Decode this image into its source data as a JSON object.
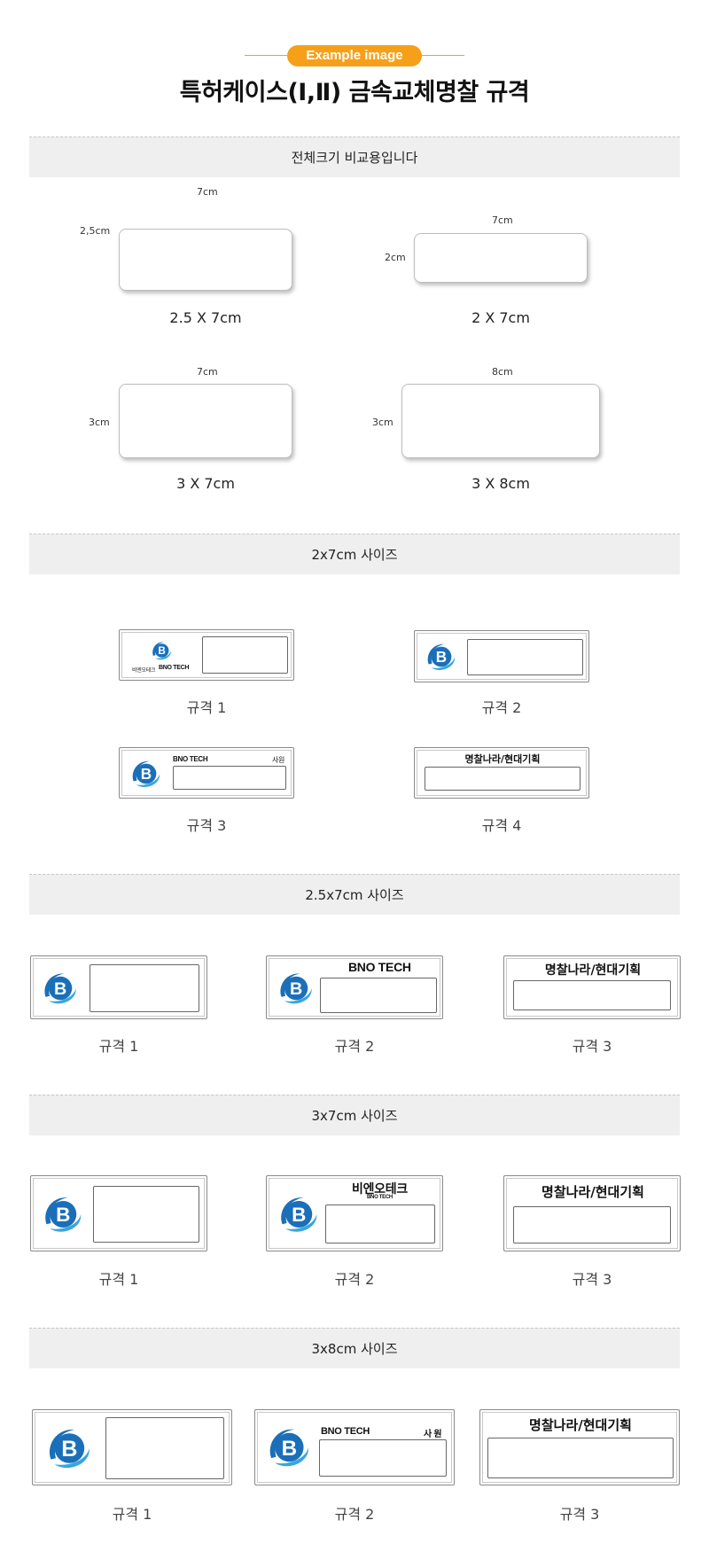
{
  "header": {
    "badge": "Example image",
    "title": "특허케이스(Ⅰ,Ⅱ) 금속교체명찰 규격"
  },
  "colors": {
    "accent": "#f6a01a",
    "band": "#efefef",
    "logo_blue": "#1b6fb8",
    "logo_light": "#3aa6dc"
  },
  "compare": {
    "band": "전체크기 비교용입니다",
    "items": [
      {
        "width_label": "7cm",
        "height_label": "2,5cm",
        "caption": "2.5 X 7cm"
      },
      {
        "width_label": "7cm",
        "height_label": "2cm",
        "caption": "2 X 7cm"
      },
      {
        "width_label": "7cm",
        "height_label": "3cm",
        "caption": "3 X 7cm"
      },
      {
        "width_label": "8cm",
        "height_label": "3cm",
        "caption": "3 X 8cm"
      }
    ]
  },
  "s2x7": {
    "band": "2x7cm 사이즈",
    "items": [
      {
        "caption": "규격 1",
        "brand_kr": "비엔오테크",
        "brand_en": "BNO TECH"
      },
      {
        "caption": "규격 2"
      },
      {
        "caption": "규격 3",
        "brand_en": "BNO TECH",
        "role": "사원"
      },
      {
        "caption": "규격 4",
        "text": "명찰나라/현대기획"
      }
    ]
  },
  "s25x7": {
    "band": "2.5x7cm 사이즈",
    "items": [
      {
        "caption": "규격 1"
      },
      {
        "caption": "규격 2",
        "brand_en": "BNO TECH"
      },
      {
        "caption": "규격 3",
        "text": "명찰나라/현대기획"
      }
    ]
  },
  "s3x7": {
    "band": "3x7cm 사이즈",
    "items": [
      {
        "caption": "규격 1"
      },
      {
        "caption": "규격 2",
        "brand_kr": "비엔오테크",
        "brand_en": "BNO TECH"
      },
      {
        "caption": "규격 3",
        "text": "명찰나라/현대기획"
      }
    ]
  },
  "s3x8": {
    "band": "3x8cm 사이즈",
    "items": [
      {
        "caption": "규격 1"
      },
      {
        "caption": "규격 2",
        "brand_en": "BNO TECH",
        "role": "사 원"
      },
      {
        "caption": "규격 3",
        "text": "명찰나라/현대기획"
      }
    ]
  }
}
